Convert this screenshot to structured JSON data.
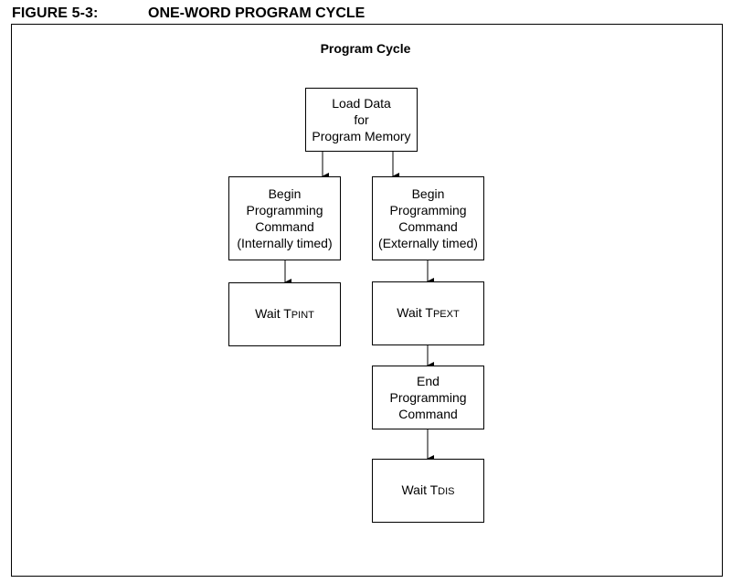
{
  "figure": {
    "label": "FIGURE 5-3:",
    "title": "ONE-WORD PROGRAM CYCLE"
  },
  "diagram": {
    "title": "Program Cycle",
    "load_data": [
      "Load Data",
      "for",
      "Program Memory"
    ],
    "begin_internal": [
      "Begin",
      "Programming",
      "Command",
      "(Internally timed)"
    ],
    "begin_external": [
      "Begin",
      "Programming",
      "Command",
      "(Externally timed)"
    ],
    "wait_tpint": {
      "prefix": "Wait T",
      "sub": "PINT"
    },
    "wait_tpext": {
      "prefix": "Wait T",
      "sub": "PEXT"
    },
    "end_programming": [
      "End",
      "Programming",
      "Command"
    ],
    "wait_tdis": {
      "prefix": "Wait T",
      "sub": "DIS"
    }
  }
}
